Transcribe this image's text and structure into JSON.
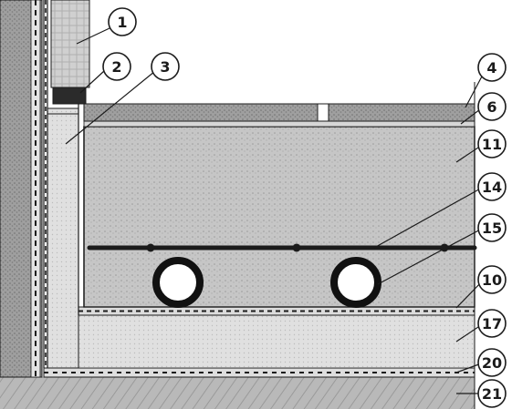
{
  "callouts": [
    {
      "id": "1",
      "label": "1"
    },
    {
      "id": "2",
      "label": "2"
    },
    {
      "id": "3",
      "label": "3"
    },
    {
      "id": "4",
      "label": "4"
    },
    {
      "id": "6",
      "label": "6"
    },
    {
      "id": "11",
      "label": "11"
    },
    {
      "id": "14",
      "label": "14"
    },
    {
      "id": "15",
      "label": "15"
    },
    {
      "id": "10",
      "label": "10"
    },
    {
      "id": "17",
      "label": "17"
    },
    {
      "id": "20",
      "label": "20"
    },
    {
      "id": "21",
      "label": "21"
    }
  ],
  "colors": {
    "background": "#ffffff",
    "wall_dark": "#8a8a8a",
    "insulation_light": "#d8d8d8",
    "screed": "#c3c3c3",
    "floor_covering": "#9b9b9b",
    "base_slab": "#bdbdbd",
    "soil": "#b1b1b1",
    "line": "#1b1b1b"
  },
  "icons": {
    "heating-pipe": "pipe-ring-icon",
    "reinforcement-bar": "rebar-icon"
  }
}
